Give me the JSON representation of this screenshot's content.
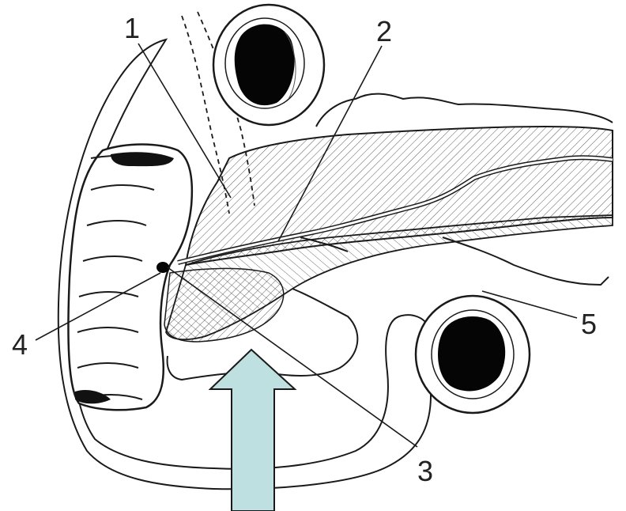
{
  "labels": {
    "l1": "1",
    "l2": "2",
    "l3": "3",
    "l4": "4",
    "l5": "5"
  },
  "colors": {
    "ink": "#1a1a1a",
    "lumen": "#050505",
    "arrow_fill": "#bfe0e0",
    "arrow_stroke": "#1a1a1a",
    "background": "#ffffff"
  },
  "icons": {
    "arrow": "up-arrow-icon"
  }
}
